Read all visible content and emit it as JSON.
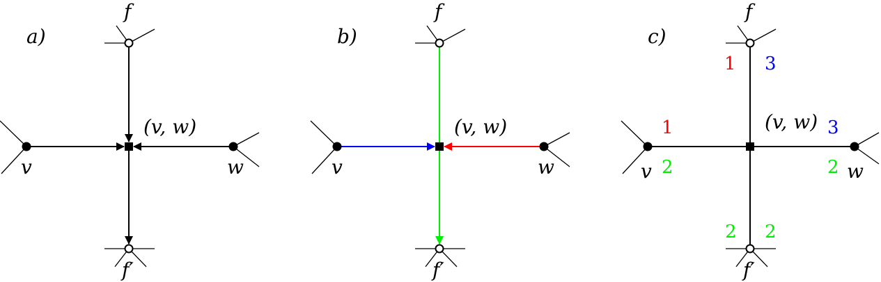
{
  "colors": {
    "black": "#000000",
    "blue": "#0000ff",
    "red": "#ff0000",
    "green": "#00ee00"
  },
  "panels": [
    {
      "tag": "a)",
      "labels": {
        "top": "f",
        "bottom": "f′",
        "left": "v",
        "right": "w",
        "center": "(v, w)"
      },
      "edges": {
        "top": "black",
        "left": "black",
        "right": "black",
        "bottom": "black"
      }
    },
    {
      "tag": "b)",
      "labels": {
        "top": "f",
        "bottom": "f′",
        "left": "v",
        "right": "w",
        "center": "(v, w)"
      },
      "edges": {
        "top": "green",
        "left": "blue",
        "right": "red",
        "bottom": "green"
      }
    },
    {
      "tag": "c)",
      "labels": {
        "top": "f",
        "bottom": "f′",
        "left": "v",
        "right": "w",
        "center": "(v, w)"
      },
      "edges": {
        "top": "black",
        "left": "black",
        "right": "black",
        "bottom": "black"
      },
      "numbers": {
        "top_left": "1",
        "top_right": "3",
        "left_top": "1",
        "left_bottom": "2",
        "right_top": "3",
        "right_bottom": "2",
        "bottom_left": "2",
        "bottom_right": "2"
      },
      "number_colors": {
        "top_left": "red",
        "top_right": "blue",
        "left_top": "red",
        "left_bottom": "green",
        "right_top": "blue",
        "right_bottom": "green",
        "bottom_left": "green",
        "bottom_right": "green"
      }
    }
  ]
}
